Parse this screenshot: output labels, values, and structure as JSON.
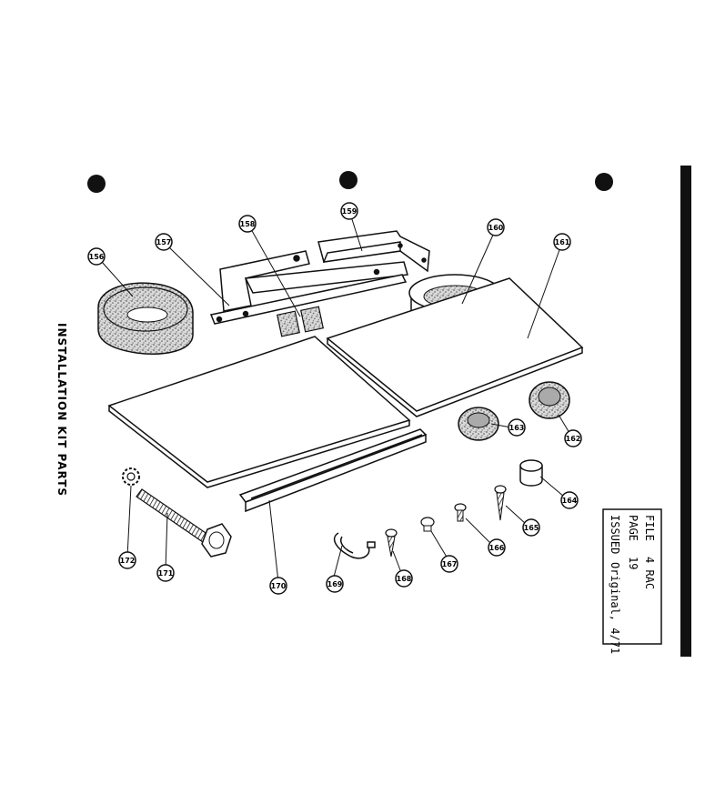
{
  "sheet": {
    "title": "INSTALLATION KIT PARTS",
    "file_label": "FILE",
    "file_value": "4 RAC",
    "page_label": "PAGE",
    "page_value": "19",
    "issued_label": "ISSUED",
    "issued_value": "Original, 4/71"
  },
  "callouts": [
    "156",
    "157",
    "158",
    "159",
    "160",
    "161",
    "162",
    "163",
    "164",
    "165",
    "166",
    "167",
    "168",
    "169",
    "170",
    "171",
    "172"
  ],
  "colors": {
    "ink": "#111111",
    "paper": "#ffffff",
    "speckle": "#777777"
  }
}
